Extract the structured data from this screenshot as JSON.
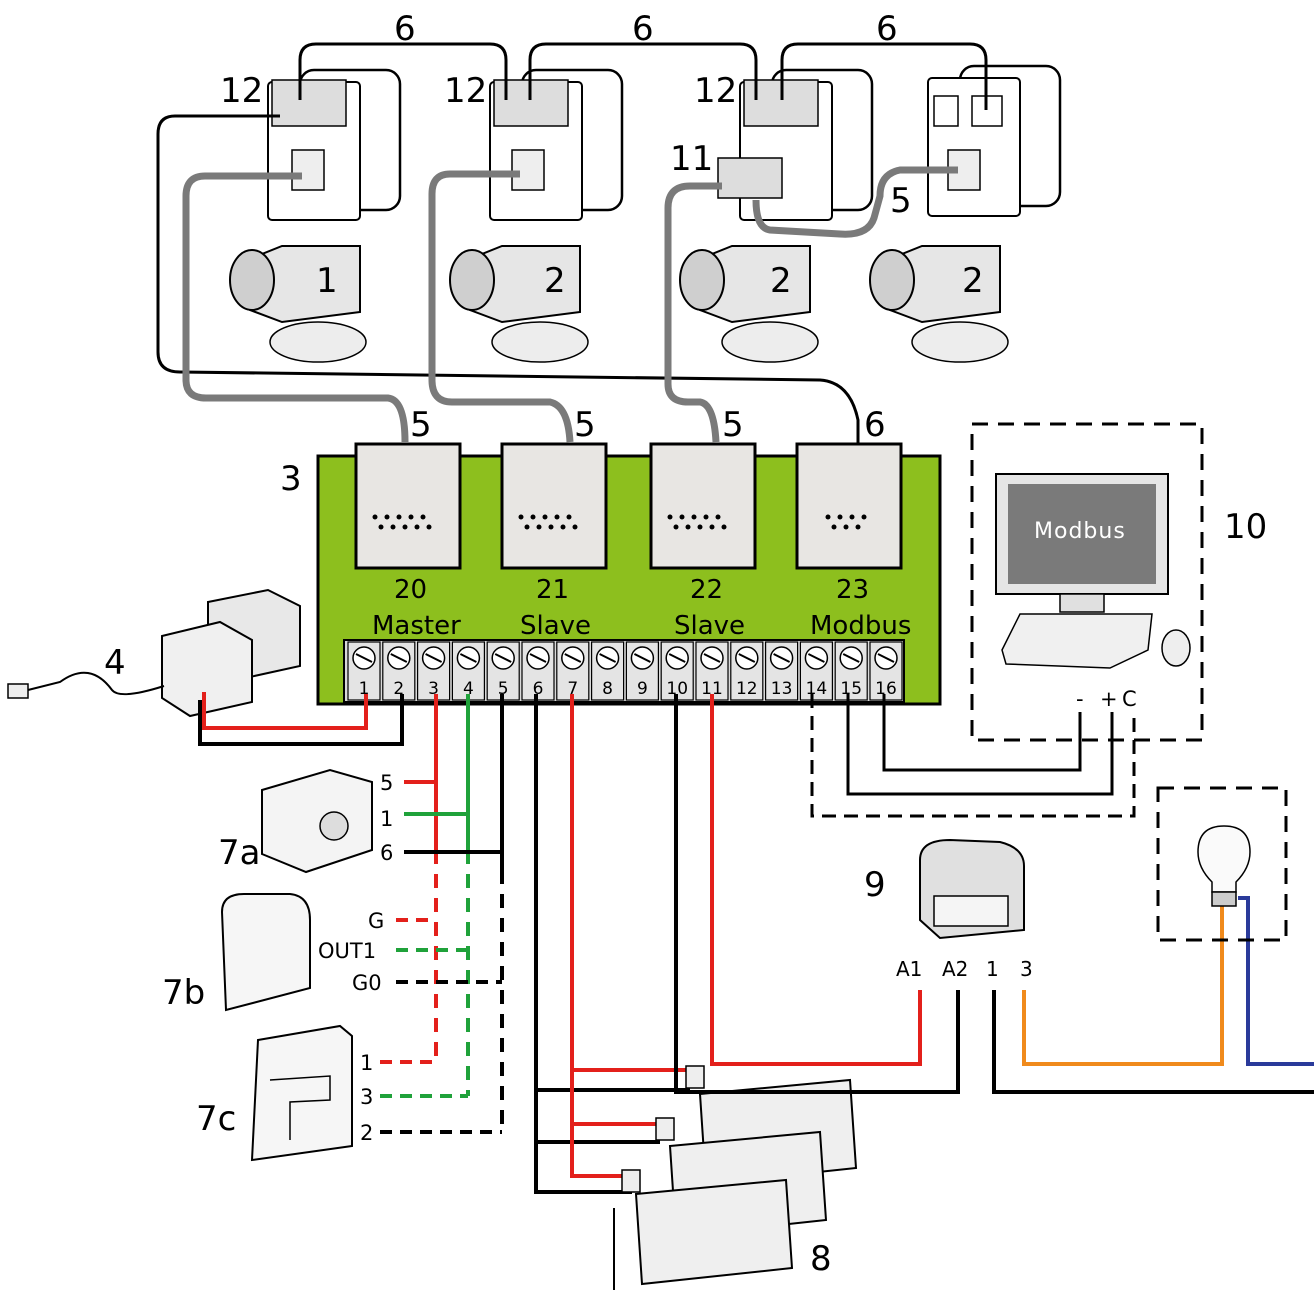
{
  "callouts": {
    "actuator_1": "1",
    "actuator_2a": "2",
    "actuator_2b": "2",
    "actuator_2c": "2",
    "controller": "3",
    "transformer": "4",
    "cable5_a": "5",
    "cable5_b": "5",
    "cable5_c": "5",
    "cable5_top": "5",
    "cable6_a": "6",
    "cable6_b": "6",
    "cable6_c": "6",
    "cable6_bus": "6",
    "thermostat": "7a",
    "sensor_b": "7b",
    "sensor_c": "7c",
    "radiators": "8",
    "relay": "9",
    "modbus_group": "10",
    "splitter": "11",
    "joint_a": "12",
    "joint_b": "12",
    "joint_c": "12"
  },
  "ports": [
    {
      "number": "20",
      "name": "Master"
    },
    {
      "number": "21",
      "name": "Slave"
    },
    {
      "number": "22",
      "name": "Slave"
    },
    {
      "number": "23",
      "name": "Modbus"
    }
  ],
  "terminals": [
    "1",
    "2",
    "3",
    "4",
    "5",
    "6",
    "7",
    "8",
    "9",
    "10",
    "11",
    "12",
    "13",
    "14",
    "15",
    "16"
  ],
  "computer": {
    "screen_text": "Modbus",
    "pin_minus": "-",
    "pin_plus": "+",
    "pin_c": "C"
  },
  "sensor_pins": {
    "a": [
      "5",
      "1",
      "6"
    ],
    "b": [
      "G",
      "OUT1",
      "G0"
    ],
    "c": [
      "1",
      "3",
      "2"
    ]
  },
  "relay_pins": [
    "A1",
    "A2",
    "1",
    "3"
  ],
  "colors": {
    "board_green": "#8dbf1e",
    "wire_red": "#e3201b",
    "wire_green": "#1fa23a",
    "wire_black": "#000000",
    "wire_orange": "#f08a1c",
    "wire_blue": "#2a3a9a",
    "cable_gray": "#7a7a7a"
  }
}
